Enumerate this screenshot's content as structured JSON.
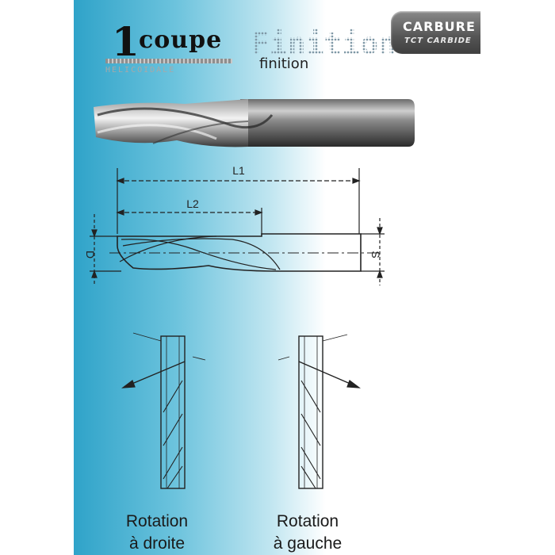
{
  "brand": {
    "number": "1",
    "word": "coupe",
    "subtitle": "HELICOIDALE"
  },
  "finish": {
    "title": "Finition",
    "subtitle": "finition"
  },
  "badge": {
    "main": "CARBURE",
    "sub": "TCT CARBIDE"
  },
  "dimensions": {
    "l1": "L1",
    "l2": "L2",
    "d": "D",
    "s": "S"
  },
  "captions": {
    "right": {
      "line1": "Rotation",
      "line2": "à droite"
    },
    "left": {
      "line1": "Rotation",
      "line2": "à gauche"
    }
  }
}
